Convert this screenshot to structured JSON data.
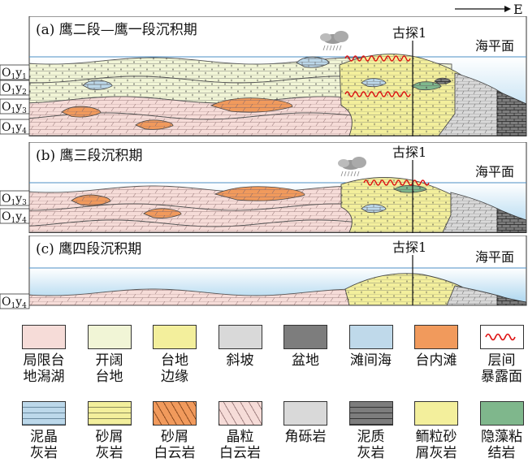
{
  "direction_label": "E",
  "panels": [
    {
      "id": "a",
      "title": "(a) 鹰二段—鹰一段沉积期",
      "well": "古探1",
      "sea_level": "海平面",
      "units": [
        {
          "text": "O",
          "sub1": "1",
          "text2": "y",
          "sub2": "1"
        },
        {
          "text": "O",
          "sub1": "1",
          "text2": "y",
          "sub2": "2"
        },
        {
          "text": "O",
          "sub1": "1",
          "text2": "y",
          "sub2": "3"
        },
        {
          "text": "O",
          "sub1": "1",
          "text2": "y",
          "sub2": "4"
        }
      ]
    },
    {
      "id": "b",
      "title": "(b) 鹰三段沉积期",
      "well": "古探1",
      "sea_level": "海平面",
      "units": [
        {
          "text": "O",
          "sub1": "1",
          "text2": "y",
          "sub2": "3"
        },
        {
          "text": "O",
          "sub1": "1",
          "text2": "y",
          "sub2": "4"
        }
      ]
    },
    {
      "id": "c",
      "title": "(c) 鹰四段沉积期",
      "well": "古探1",
      "sea_level": "海平面",
      "units": [
        {
          "text": "O",
          "sub1": "1",
          "text2": "y",
          "sub2": "4"
        }
      ]
    }
  ],
  "legend": [
    {
      "label": "局限台\n地潟湖",
      "color": "#f6dcd8",
      "pattern": "none"
    },
    {
      "label": "开阔\n台地",
      "color": "#f1f5d6",
      "pattern": "none"
    },
    {
      "label": "台地\n边缘",
      "color": "#f3ef9c",
      "pattern": "none"
    },
    {
      "label": "斜坡",
      "color": "#d9d9d9",
      "pattern": "none"
    },
    {
      "label": "盆地",
      "color": "#7d7d7d",
      "pattern": "none"
    },
    {
      "label": "滩间海",
      "color": "#bfd9ea",
      "pattern": "none"
    },
    {
      "label": "台内滩",
      "color": "#f19a5c",
      "pattern": "none"
    },
    {
      "label": "层间\n暴露面",
      "color": "#ffffff",
      "pattern": "wave"
    },
    {
      "label": "泥晶\n灰岩",
      "color": "#bcd8ea",
      "pattern": "brick"
    },
    {
      "label": "砂屑\n灰岩",
      "color": "#f3ef9c",
      "pattern": "brickdot"
    },
    {
      "label": "砂屑\n白云岩",
      "color": "#f19a5c",
      "pattern": "slashdot"
    },
    {
      "label": "晶粒\n白云岩",
      "color": "#f6dcd8",
      "pattern": "slash"
    },
    {
      "label": "角砾岩",
      "color": "#d9d9d9",
      "pattern": "tri"
    },
    {
      "label": "泥质\n灰岩",
      "color": "#7d7d7d",
      "pattern": "dash"
    },
    {
      "label": "鲕粒砂\n屑灰岩",
      "color": "#f3ef9c",
      "pattern": "oolite"
    },
    {
      "label": "隐藻粘\n结岩",
      "color": "#7fb78c",
      "pattern": "arc"
    }
  ]
}
